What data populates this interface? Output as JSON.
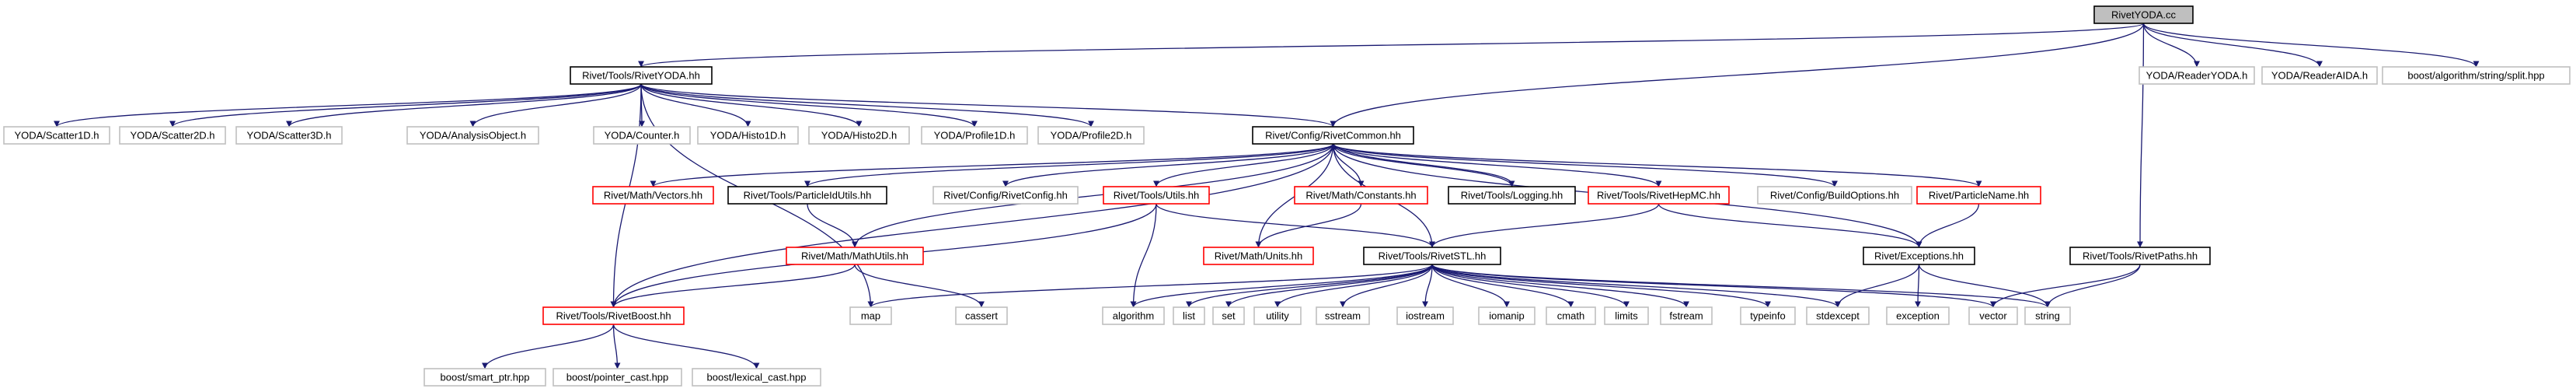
{
  "diagram": {
    "style": {
      "edge_color": "#191970",
      "root_fill": "#bfbfbf",
      "border_colors": {
        "root": "#000000",
        "internal": "#000000",
        "link": "#ff0000",
        "external": "#bfbfbf"
      }
    },
    "nodes": [
      {
        "id": "rivetyoda_cc",
        "label": "RivetYODA.cc",
        "kind": "root"
      },
      {
        "id": "tools_rivetyoda_hh",
        "label": "Rivet/Tools/RivetYODA.hh",
        "kind": "internal"
      },
      {
        "id": "yoda_readeryoda",
        "label": "YODA/ReaderYODA.h",
        "kind": "external"
      },
      {
        "id": "yoda_readeraida",
        "label": "YODA/ReaderAIDA.h",
        "kind": "external"
      },
      {
        "id": "boost_split",
        "label": "boost/algorithm/string/split.hpp",
        "kind": "external"
      },
      {
        "id": "yoda_scatter1d",
        "label": "YODA/Scatter1D.h",
        "kind": "external"
      },
      {
        "id": "yoda_scatter2d",
        "label": "YODA/Scatter2D.h",
        "kind": "external"
      },
      {
        "id": "yoda_scatter3d",
        "label": "YODA/Scatter3D.h",
        "kind": "external"
      },
      {
        "id": "yoda_analysisobject",
        "label": "YODA/AnalysisObject.h",
        "kind": "external"
      },
      {
        "id": "yoda_counter",
        "label": "YODA/Counter.h",
        "kind": "external"
      },
      {
        "id": "yoda_histo1d",
        "label": "YODA/Histo1D.h",
        "kind": "external"
      },
      {
        "id": "yoda_histo2d",
        "label": "YODA/Histo2D.h",
        "kind": "external"
      },
      {
        "id": "yoda_profile1d",
        "label": "YODA/Profile1D.h",
        "kind": "external"
      },
      {
        "id": "yoda_profile2d",
        "label": "YODA/Profile2D.h",
        "kind": "external"
      },
      {
        "id": "config_rivetcommon",
        "label": "Rivet/Config/RivetCommon.hh",
        "kind": "internal"
      },
      {
        "id": "math_vectors",
        "label": "Rivet/Math/Vectors.hh",
        "kind": "link"
      },
      {
        "id": "tools_particleidutils",
        "label": "Rivet/Tools/ParticleIdUtils.hh",
        "kind": "internal"
      },
      {
        "id": "config_rivetconfig",
        "label": "Rivet/Config/RivetConfig.hh",
        "kind": "external"
      },
      {
        "id": "tools_utils",
        "label": "Rivet/Tools/Utils.hh",
        "kind": "link"
      },
      {
        "id": "math_constants",
        "label": "Rivet/Math/Constants.hh",
        "kind": "link"
      },
      {
        "id": "tools_logging",
        "label": "Rivet/Tools/Logging.hh",
        "kind": "internal"
      },
      {
        "id": "tools_rivethepmc",
        "label": "Rivet/Tools/RivetHepMC.hh",
        "kind": "link"
      },
      {
        "id": "config_buildoptions",
        "label": "Rivet/Config/BuildOptions.hh",
        "kind": "external"
      },
      {
        "id": "particlename",
        "label": "Rivet/ParticleName.hh",
        "kind": "link"
      },
      {
        "id": "math_mathutils",
        "label": "Rivet/Math/MathUtils.hh",
        "kind": "link"
      },
      {
        "id": "math_units",
        "label": "Rivet/Math/Units.hh",
        "kind": "link"
      },
      {
        "id": "tools_rivetstl",
        "label": "Rivet/Tools/RivetSTL.hh",
        "kind": "internal"
      },
      {
        "id": "exceptions",
        "label": "Rivet/Exceptions.hh",
        "kind": "internal"
      },
      {
        "id": "tools_rivetpaths",
        "label": "Rivet/Tools/RivetPaths.hh",
        "kind": "internal"
      },
      {
        "id": "tools_rivetboost",
        "label": "Rivet/Tools/RivetBoost.hh",
        "kind": "link"
      },
      {
        "id": "map",
        "label": "map",
        "kind": "external"
      },
      {
        "id": "cassert",
        "label": "cassert",
        "kind": "external"
      },
      {
        "id": "algorithm",
        "label": "algorithm",
        "kind": "external"
      },
      {
        "id": "list",
        "label": "list",
        "kind": "external"
      },
      {
        "id": "set",
        "label": "set",
        "kind": "external"
      },
      {
        "id": "utility",
        "label": "utility",
        "kind": "external"
      },
      {
        "id": "sstream",
        "label": "sstream",
        "kind": "external"
      },
      {
        "id": "iostream",
        "label": "iostream",
        "kind": "external"
      },
      {
        "id": "iomanip",
        "label": "iomanip",
        "kind": "external"
      },
      {
        "id": "cmath",
        "label": "cmath",
        "kind": "external"
      },
      {
        "id": "limits",
        "label": "limits",
        "kind": "external"
      },
      {
        "id": "fstream",
        "label": "fstream",
        "kind": "external"
      },
      {
        "id": "typeinfo",
        "label": "typeinfo",
        "kind": "external"
      },
      {
        "id": "stdexcept",
        "label": "stdexcept",
        "kind": "external"
      },
      {
        "id": "exception",
        "label": "exception",
        "kind": "external"
      },
      {
        "id": "vector",
        "label": "vector",
        "kind": "external"
      },
      {
        "id": "string",
        "label": "string",
        "kind": "external"
      },
      {
        "id": "boost_smart_ptr",
        "label": "boost/smart_ptr.hpp",
        "kind": "external"
      },
      {
        "id": "boost_pointer_cast",
        "label": "boost/pointer_cast.hpp",
        "kind": "external"
      },
      {
        "id": "boost_lexical_cast",
        "label": "boost/lexical_cast.hpp",
        "kind": "external"
      }
    ],
    "edges": [
      [
        "rivetyoda_cc",
        "tools_rivetyoda_hh"
      ],
      [
        "rivetyoda_cc",
        "config_rivetcommon"
      ],
      [
        "rivetyoda_cc",
        "yoda_readeryoda"
      ],
      [
        "rivetyoda_cc",
        "yoda_readeraida"
      ],
      [
        "rivetyoda_cc",
        "boost_split"
      ],
      [
        "rivetyoda_cc",
        "tools_rivetpaths"
      ],
      [
        "tools_rivetyoda_hh",
        "yoda_scatter1d"
      ],
      [
        "tools_rivetyoda_hh",
        "yoda_scatter2d"
      ],
      [
        "tools_rivetyoda_hh",
        "yoda_scatter3d"
      ],
      [
        "tools_rivetyoda_hh",
        "yoda_analysisobject"
      ],
      [
        "tools_rivetyoda_hh",
        "yoda_counter"
      ],
      [
        "tools_rivetyoda_hh",
        "yoda_histo1d"
      ],
      [
        "tools_rivetyoda_hh",
        "yoda_histo2d"
      ],
      [
        "tools_rivetyoda_hh",
        "yoda_profile1d"
      ],
      [
        "tools_rivetyoda_hh",
        "yoda_profile2d"
      ],
      [
        "tools_rivetyoda_hh",
        "config_rivetcommon"
      ],
      [
        "tools_rivetyoda_hh",
        "tools_rivetboost"
      ],
      [
        "tools_rivetyoda_hh",
        "map"
      ],
      [
        "config_rivetcommon",
        "math_vectors"
      ],
      [
        "config_rivetcommon",
        "tools_particleidutils"
      ],
      [
        "config_rivetcommon",
        "config_rivetconfig"
      ],
      [
        "config_rivetcommon",
        "tools_utils"
      ],
      [
        "config_rivetcommon",
        "math_constants"
      ],
      [
        "config_rivetcommon",
        "tools_logging"
      ],
      [
        "tools_logging",
        "config_rivetcommon"
      ],
      [
        "config_rivetcommon",
        "tools_rivethepmc"
      ],
      [
        "config_rivetcommon",
        "config_buildoptions"
      ],
      [
        "config_rivetcommon",
        "particlename"
      ],
      [
        "config_rivetcommon",
        "math_mathutils"
      ],
      [
        "config_rivetcommon",
        "math_units"
      ],
      [
        "config_rivetcommon",
        "tools_rivetstl"
      ],
      [
        "config_rivetcommon",
        "exceptions"
      ],
      [
        "config_rivetcommon",
        "tools_rivetboost"
      ],
      [
        "tools_particleidutils",
        "math_mathutils"
      ],
      [
        "tools_utils",
        "tools_rivetboost"
      ],
      [
        "tools_utils",
        "algorithm"
      ],
      [
        "tools_utils",
        "tools_rivetstl"
      ],
      [
        "math_constants",
        "math_units"
      ],
      [
        "tools_rivethepmc",
        "tools_rivetstl"
      ],
      [
        "tools_rivethepmc",
        "exceptions"
      ],
      [
        "particlename",
        "exceptions"
      ],
      [
        "math_mathutils",
        "tools_rivetboost"
      ],
      [
        "math_mathutils",
        "cassert"
      ],
      [
        "tools_rivetstl",
        "map"
      ],
      [
        "tools_rivetstl",
        "algorithm"
      ],
      [
        "tools_rivetstl",
        "list"
      ],
      [
        "tools_rivetstl",
        "set"
      ],
      [
        "tools_rivetstl",
        "utility"
      ],
      [
        "tools_rivetstl",
        "sstream"
      ],
      [
        "tools_rivetstl",
        "iostream"
      ],
      [
        "tools_rivetstl",
        "iomanip"
      ],
      [
        "tools_rivetstl",
        "cmath"
      ],
      [
        "tools_rivetstl",
        "limits"
      ],
      [
        "tools_rivetstl",
        "fstream"
      ],
      [
        "tools_rivetstl",
        "typeinfo"
      ],
      [
        "tools_rivetstl",
        "stdexcept"
      ],
      [
        "tools_rivetstl",
        "vector"
      ],
      [
        "tools_rivetstl",
        "string"
      ],
      [
        "exceptions",
        "stdexcept"
      ],
      [
        "exceptions",
        "exception"
      ],
      [
        "exceptions",
        "string"
      ],
      [
        "tools_rivetpaths",
        "vector"
      ],
      [
        "tools_rivetpaths",
        "string"
      ],
      [
        "tools_rivetboost",
        "boost_smart_ptr"
      ],
      [
        "tools_rivetboost",
        "boost_pointer_cast"
      ],
      [
        "tools_rivetboost",
        "boost_lexical_cast"
      ]
    ]
  }
}
